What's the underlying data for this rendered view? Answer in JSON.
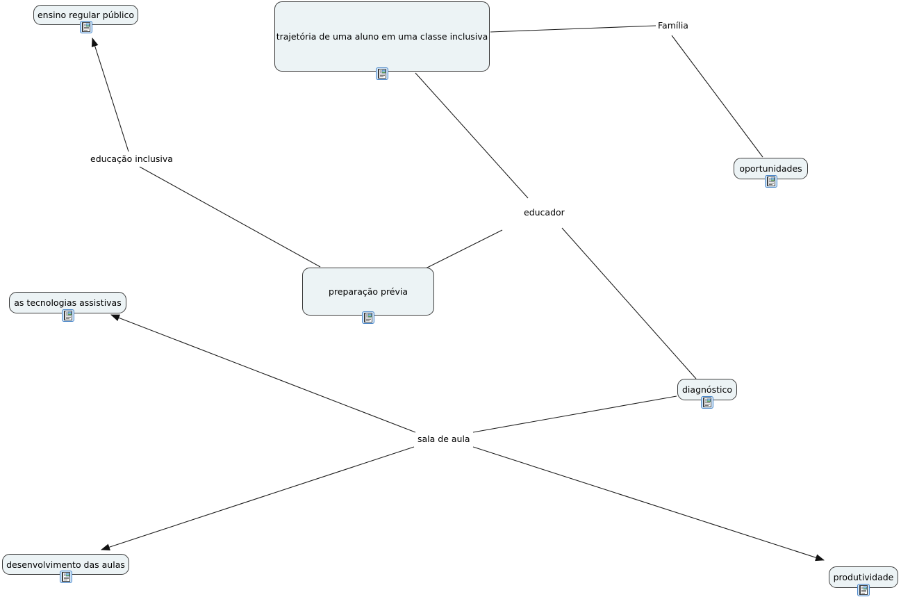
{
  "concepts": [
    {
      "label": "ensino regular público",
      "has_resource_icon": true
    },
    {
      "label": "trajetória de uma aluno em uma classe inclusiva",
      "has_resource_icon": true
    },
    {
      "label": "oportunidades",
      "has_resource_icon": true
    },
    {
      "label": "preparação prévia",
      "has_resource_icon": true
    },
    {
      "label": "as tecnologias assistivas",
      "has_resource_icon": true
    },
    {
      "label": "diagnóstico",
      "has_resource_icon": true
    },
    {
      "label": "desenvolvimento das aulas",
      "has_resource_icon": true
    },
    {
      "label": "produtividade",
      "has_resource_icon": true
    }
  ],
  "linking_phrases": [
    {
      "label": "Família"
    },
    {
      "label": "educação inclusiva"
    },
    {
      "label": "educador"
    },
    {
      "label": "sala de aula"
    }
  ],
  "connections": [
    {
      "from": "trajetória de uma aluno em uma classe inclusiva",
      "to": "Família",
      "arrow": false
    },
    {
      "from": "Família",
      "to": "oportunidades",
      "arrow": false
    },
    {
      "from": "trajetória de uma aluno em uma classe inclusiva",
      "to": "educador",
      "arrow": false
    },
    {
      "from": "educador",
      "to": "preparação prévia",
      "arrow": false
    },
    {
      "from": "educação inclusiva",
      "to": "preparação prévia",
      "arrow": false
    },
    {
      "from": "educação inclusiva",
      "to": "ensino regular público",
      "arrow": true
    },
    {
      "from": "educador",
      "to": "diagnóstico",
      "arrow": false
    },
    {
      "from": "diagnóstico",
      "to": "sala de aula",
      "arrow": false
    },
    {
      "from": "sala de aula",
      "to": "as tecnologias assistivas",
      "arrow": true
    },
    {
      "from": "sala de aula",
      "to": "desenvolvimento das aulas",
      "arrow": true
    },
    {
      "from": "sala de aula",
      "to": "produtividade",
      "arrow": true
    }
  ],
  "icons": {
    "resource_icon": "document-with-image"
  },
  "colors": {
    "canvas_bg": "#ffffff",
    "concept_fill": "#ecf3f5",
    "concept_border": "#3a3a3a",
    "line": "#1c1c1c",
    "resource_icon_bg": "#cfe4f8",
    "resource_icon_border": "#4a86c8"
  }
}
